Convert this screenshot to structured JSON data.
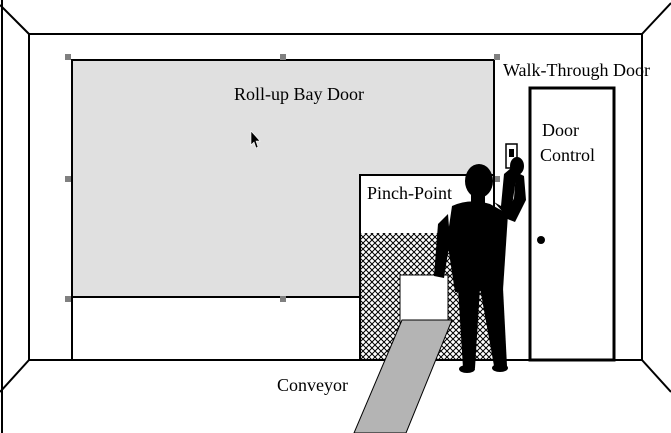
{
  "labels": {
    "bay_door": "Roll-up Bay Door",
    "walk_door": "Walk-Through Door",
    "door_control_line1": "Door",
    "door_control_line2": "Control",
    "pinch_point": "Pinch-Point",
    "conveyor": "Conveyor"
  },
  "colors": {
    "bay_door_fill": "#e0e0e0",
    "conveyor_fill": "#b4b4b4",
    "outline": "#000000",
    "handle_fill": "#808080",
    "background": "#ffffff"
  }
}
